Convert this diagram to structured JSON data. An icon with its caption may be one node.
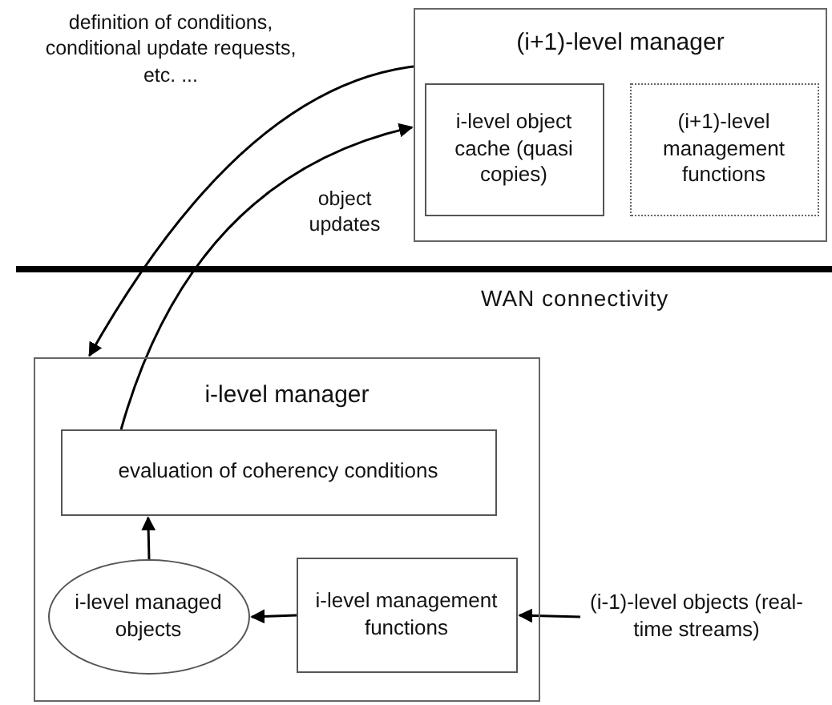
{
  "diagram": {
    "nodes": [
      {
        "text": [
          "(i+1)-level manager"
        ]
      },
      {
        "text": [
          "i-level object cache (quasi copies)"
        ],
        "in": 0
      },
      {
        "text": [
          "(i+1)-level management functions"
        ],
        "in": 0
      },
      {
        "text": [
          "i-level manager"
        ]
      },
      {
        "text": [
          "evaluation of coherency conditions"
        ],
        "in": 3
      },
      {
        "text": [
          "i-level managed objects"
        ],
        "in": 3
      },
      {
        "text": [
          "i-level management functions"
        ],
        "in": 3
      },
      {
        "text": [
          "(i-1)-level objects (real-time streams)"
        ]
      }
    ],
    "edges": [
      {
        "from": 0,
        "to": 3,
        "arrow": "to",
        "label": "definition of conditions, conditional update requests, etc. ..."
      },
      {
        "from": 4,
        "to": 0,
        "arrow": "to",
        "label": "object updates"
      },
      {
        "from": 5,
        "to": 4,
        "arrow": "to"
      },
      {
        "from": 6,
        "to": 5,
        "arrow": "to"
      },
      {
        "from": 7,
        "to": 6,
        "arrow": "to"
      }
    ],
    "labels": [
      "WAN connectivity"
    ]
  }
}
